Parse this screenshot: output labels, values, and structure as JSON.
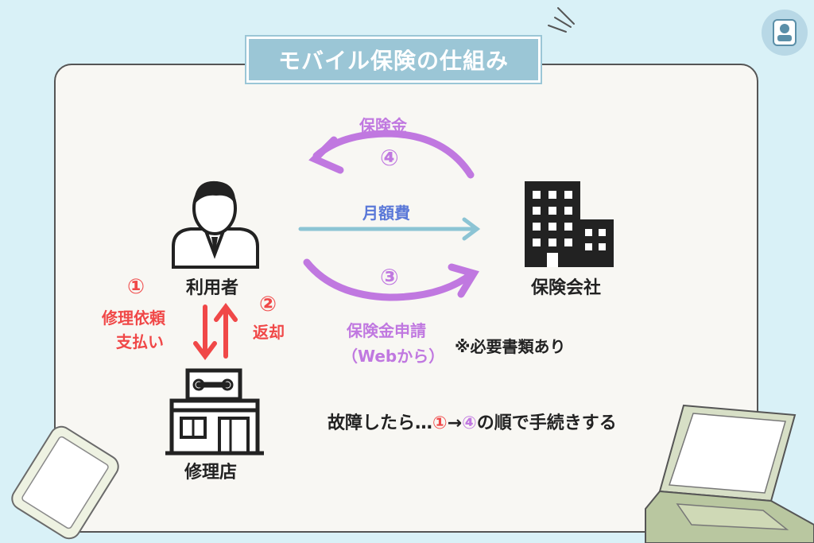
{
  "title": "モバイル保険の仕組み",
  "nodes": {
    "user": "利用者",
    "insurer": "保険会社",
    "repair_shop": "修理店"
  },
  "arrows": {
    "step1_num": "①",
    "step1_label_line1": "修理依頼",
    "step1_label_line2": "支払い",
    "step2_num": "②",
    "step2_label": "返却",
    "step3_num": "③",
    "step3_label_line1": "保険金申請",
    "step3_label_line2": "（Webから）",
    "step4_num": "④",
    "step4_label": "保険金",
    "monthly_fee": "月額費"
  },
  "note": "※必要書類あり",
  "flow_text": {
    "prefix": "故障したら…",
    "num_start": "①",
    "arrow": "→",
    "num_end": "④",
    "suffix": "の順で手続きする"
  },
  "colors": {
    "red": "#f04848",
    "purple": "#c078e0",
    "blue_arrow": "#8cc4d4",
    "blue_text": "#5a78d8",
    "dark": "#222222"
  }
}
